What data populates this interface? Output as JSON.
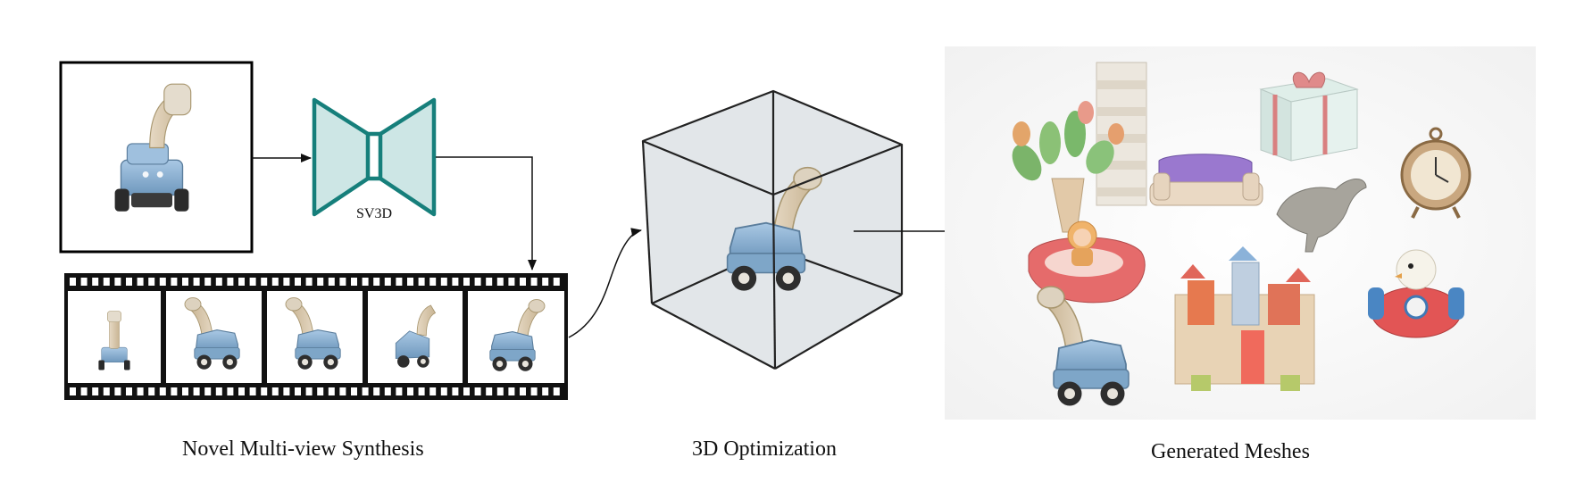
{
  "model_label": "SV3D",
  "captions": {
    "synthesis": "Novel Multi-view Synthesis",
    "optimization": "3D Optimization",
    "meshes": "Generated Meshes"
  },
  "colors": {
    "teal": "#167f7b",
    "teal_fill": "#cde6e5",
    "toy_blue": "#8fb5d6",
    "toy_beige": "#d8c8b0",
    "cube_fill": "#dfe3e7"
  },
  "film_strip": {
    "frame_count": 5
  }
}
